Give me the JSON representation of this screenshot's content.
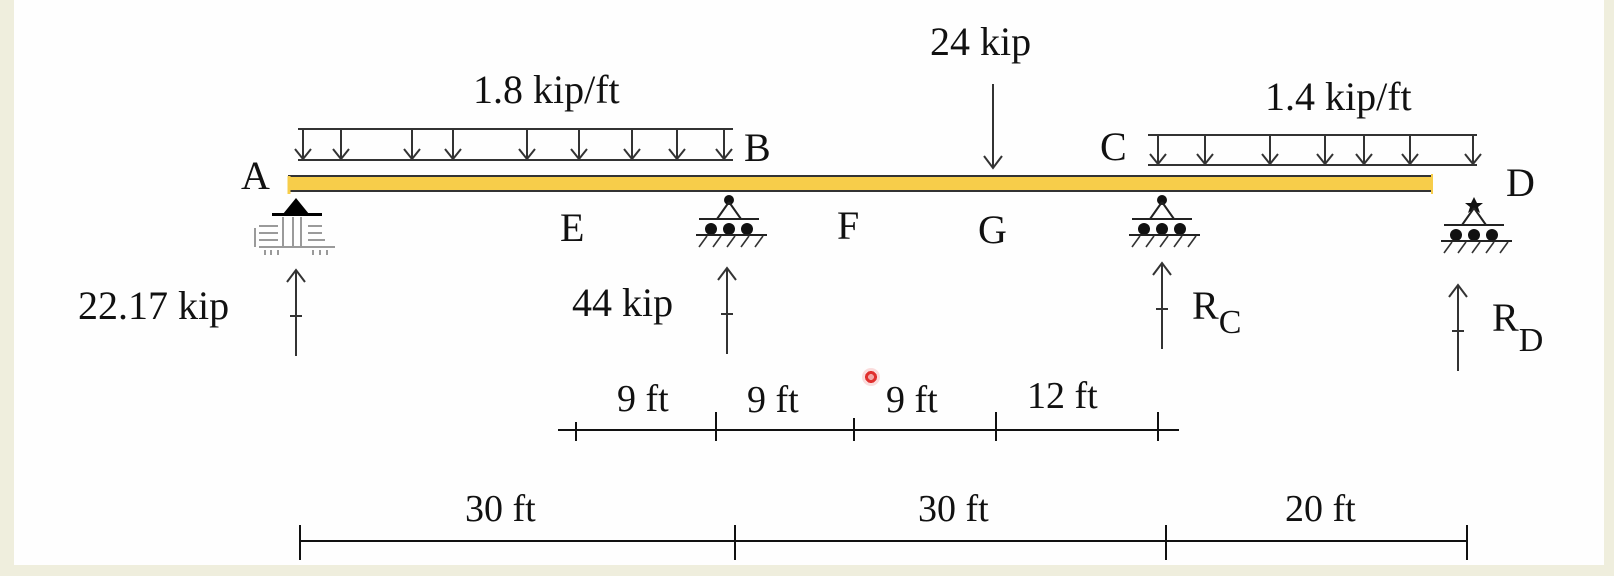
{
  "colors": {
    "background": "#efeedd",
    "panel": "#fefefe",
    "beam_fill": "#f7cd4a",
    "line": "#222222",
    "cursor": "#e0302e"
  },
  "loads": {
    "udl_left": "1.8 kip/ft",
    "point_load": "24 kip",
    "udl_right": "1.4 kip/ft"
  },
  "points": {
    "A": "A",
    "B": "B",
    "C": "C",
    "D": "D",
    "E": "E",
    "F": "F",
    "G": "G"
  },
  "reactions": {
    "A": "22.17 kip",
    "B": "44 kip",
    "C_main": "R",
    "C_sub": "C",
    "D_main": "R",
    "D_sub": "D"
  },
  "dimensions": {
    "upper": [
      "9 ft",
      "9 ft",
      "9 ft",
      "12 ft"
    ],
    "lower": [
      "30 ft",
      "30 ft",
      "20 ft"
    ]
  },
  "icons": {
    "support_A": "pin-support-icon",
    "support_B": "roller-support-icon",
    "support_C": "roller-support-icon",
    "support_D": "roller-support-icon",
    "cursor": "cursor-indicator-icon"
  }
}
